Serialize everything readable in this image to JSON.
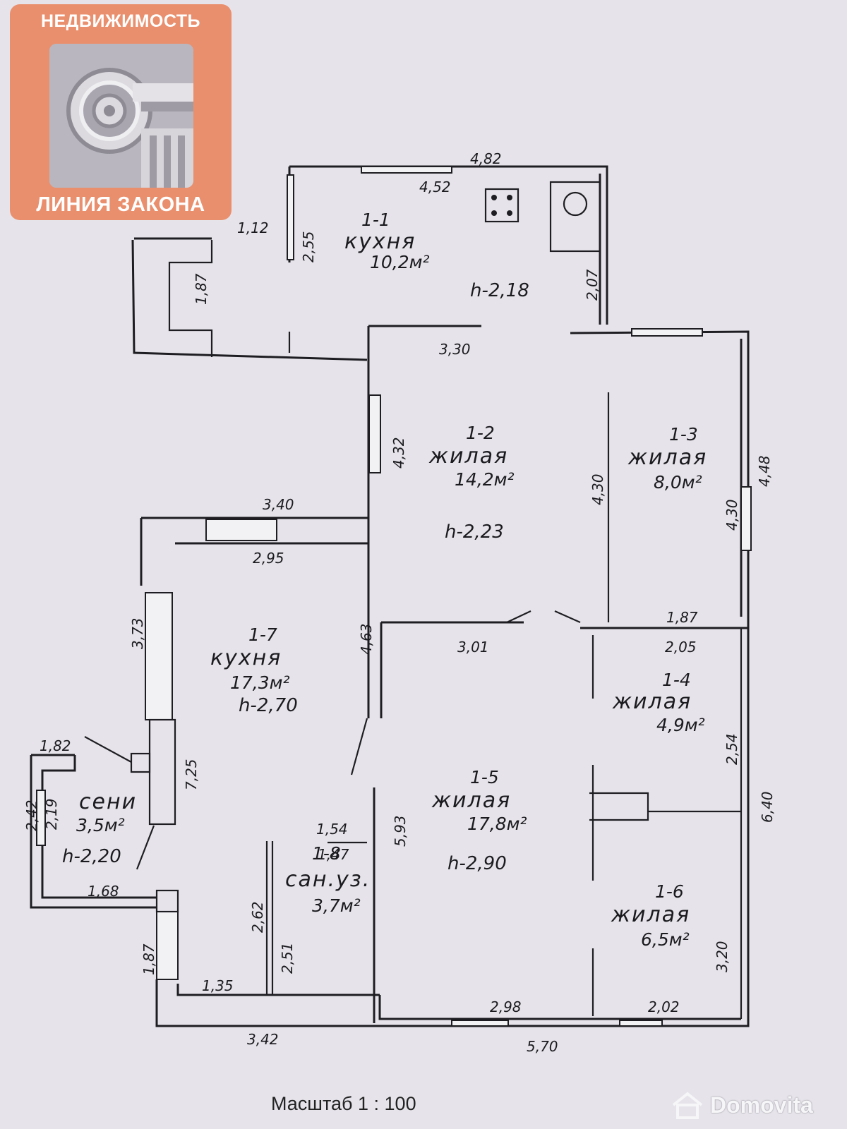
{
  "logo": {
    "top_text": "НЕДВИЖИМОСТЬ",
    "bottom_text": "ЛИНИЯ ЗАКОНА",
    "colors": {
      "background": "#e98f6d",
      "text": "#ffffff"
    }
  },
  "rooms": [
    {
      "id": "1-1",
      "name": "кухня",
      "area": "10,2м²",
      "height": "h-2,18"
    },
    {
      "id": "1-2",
      "name": "жилая",
      "area": "14,2м²",
      "height": "h-2,23"
    },
    {
      "id": "1-3",
      "name": "жилая",
      "area": "8,0м²",
      "height": ""
    },
    {
      "id": "1-4",
      "name": "жилая",
      "area": "4,9м²",
      "height": ""
    },
    {
      "id": "1-5",
      "name": "жилая",
      "area": "17,8м²",
      "height": "h-2,90"
    },
    {
      "id": "1-6",
      "name": "жилая",
      "area": "6,5м²",
      "height": ""
    },
    {
      "id": "1-7",
      "name": "кухня",
      "area": "17,3м²",
      "height": "h-2,70"
    },
    {
      "id": "1-8",
      "name": "сан.уз.",
      "area": "3,7м²",
      "height": ""
    },
    {
      "id": "",
      "name": "сени",
      "area": "3,5м²",
      "height": "h-2,20"
    }
  ],
  "dimensions": [
    "4,82",
    "4,52",
    "1,12",
    "2,55",
    "1,87",
    "2,07",
    "3,30",
    "4,32",
    "4,30",
    "4,30",
    "4,48",
    "3,40",
    "2,95",
    "3,73",
    "4,63",
    "1,87",
    "3,01",
    "2,05",
    "2,54",
    "6,40",
    "1,82",
    "2,42",
    "2,19",
    "7,25",
    "1,54",
    "1,47",
    "5,93",
    "1,68",
    "2,62",
    "2,51",
    "3,20",
    "1,87",
    "1,35",
    "3,42",
    "2,98",
    "2,02",
    "5,70"
  ],
  "scale_label": "Масштаб 1 : 100",
  "watermark": "Domovita"
}
